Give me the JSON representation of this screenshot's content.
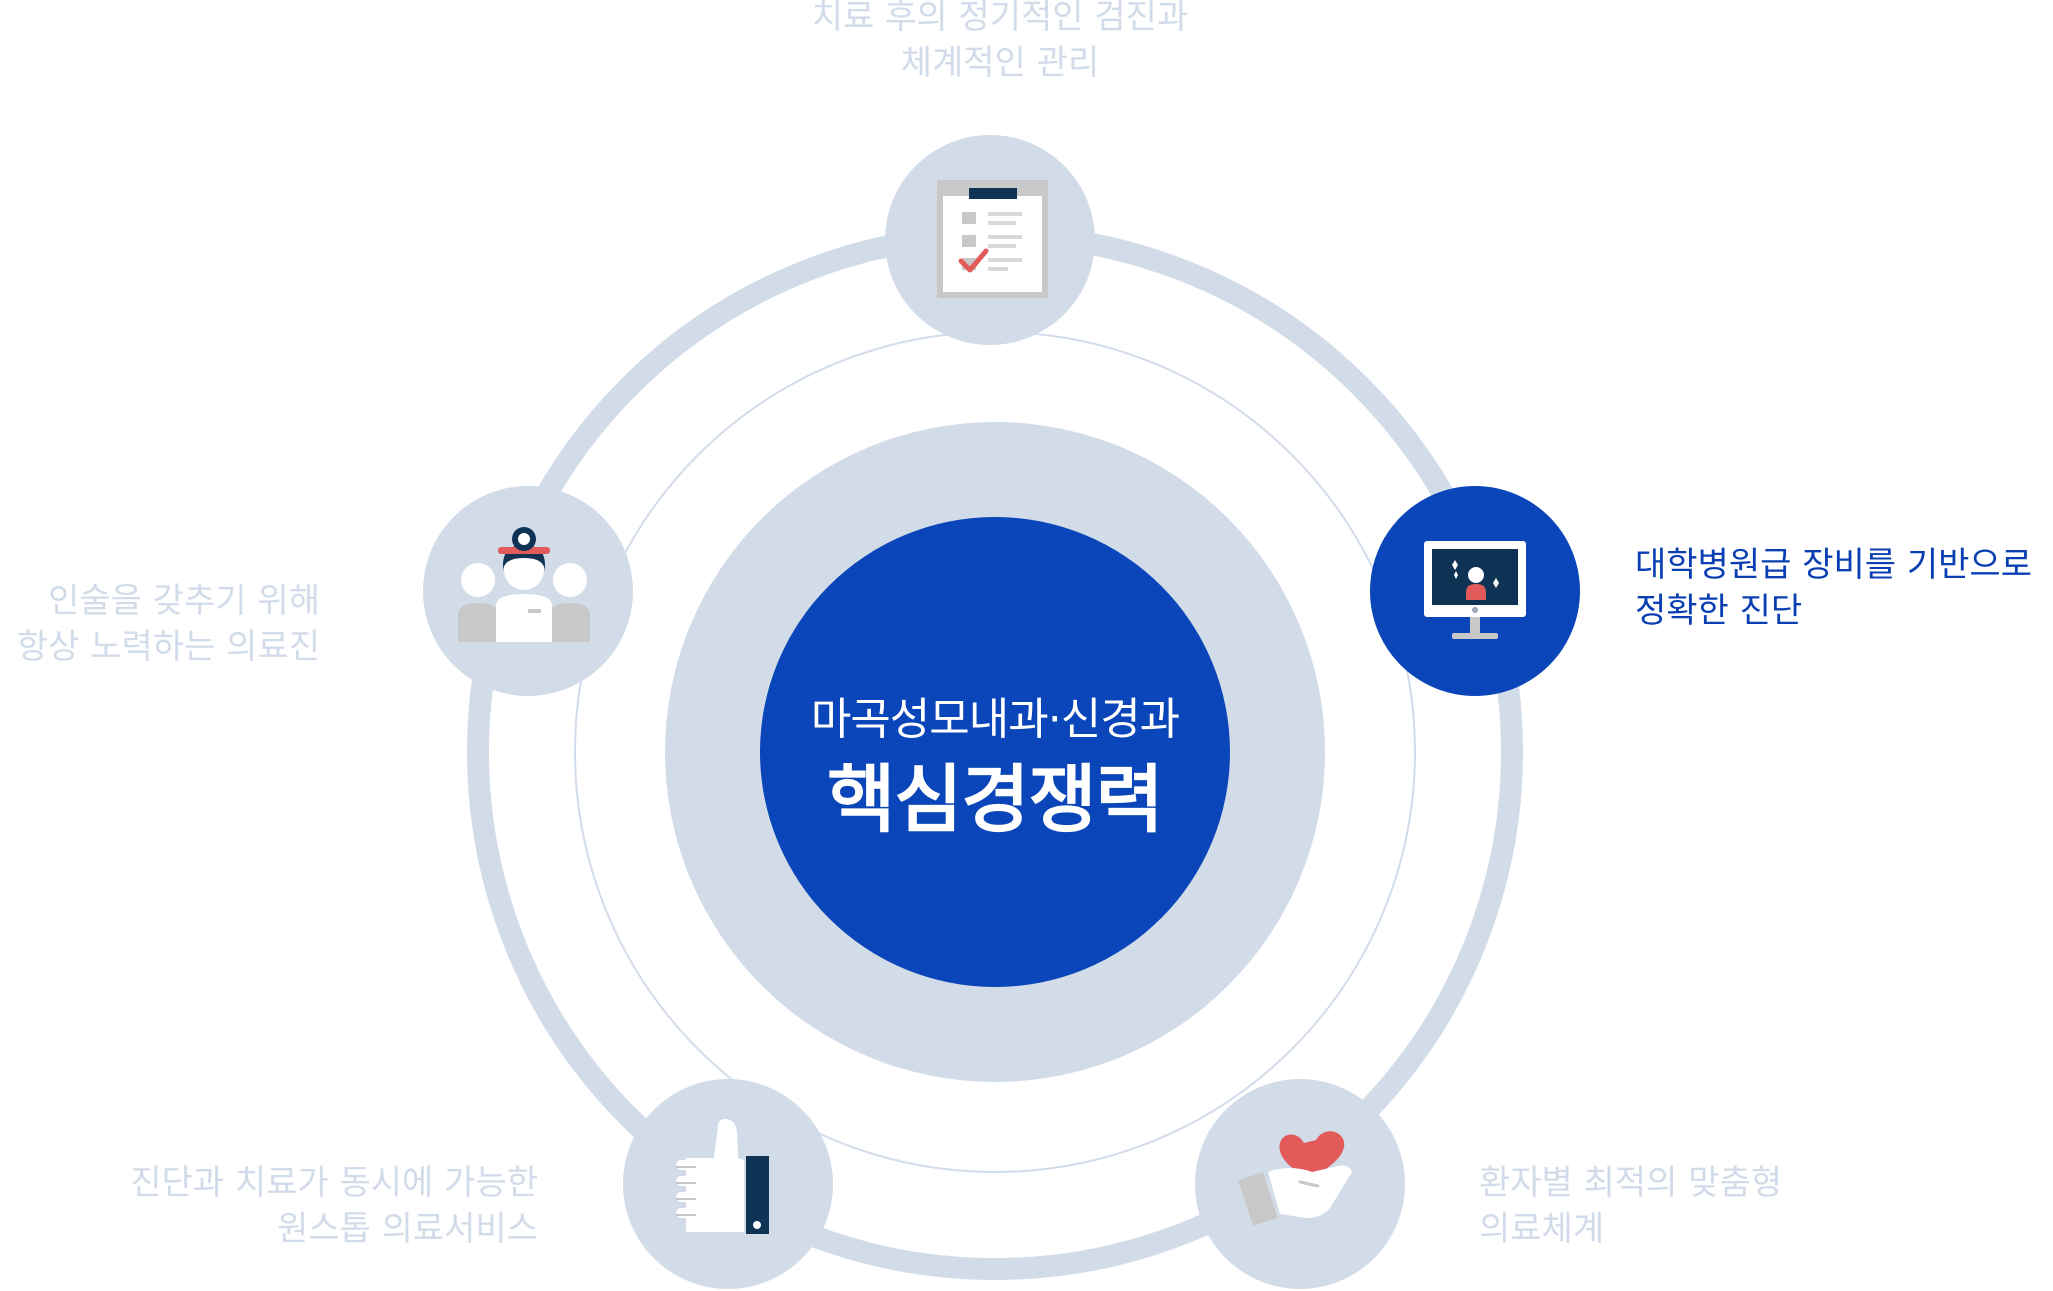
{
  "center": {
    "subtitle": "마곡성모내과·신경과",
    "title": "핵심경쟁력"
  },
  "features": {
    "top": {
      "line1": "치료 후의 정기적인 검진과",
      "line2": "체계적인 관리",
      "icon": "clipboard-check-icon"
    },
    "right": {
      "line1": "대학병원급 장비를 기반으로",
      "line2": "정확한 진단",
      "icon": "monitor-icon",
      "active": true
    },
    "left": {
      "line1": "인술을 갖추기 위해",
      "line2": "항상 노력하는 의료진",
      "icon": "medical-staff-icon"
    },
    "bottom_left": {
      "line1": "진단과 치료가 동시에 가능한",
      "line2": "원스톱 의료서비스",
      "icon": "thumbs-up-icon"
    },
    "bottom_right": {
      "line1": "환자별 최적의 맞춤형",
      "line2": "의료체계",
      "icon": "heart-hand-icon"
    }
  },
  "colors": {
    "ring": "#d2dce9",
    "thin_ring": "#d3dceb",
    "accent": "#0a46b9",
    "caption_muted": "#d2dbe9",
    "caption_active": "#0a3fb3",
    "icon_navy": "#0f3355",
    "icon_red": "#e35a5a",
    "icon_gray": "#c8c8c8"
  }
}
